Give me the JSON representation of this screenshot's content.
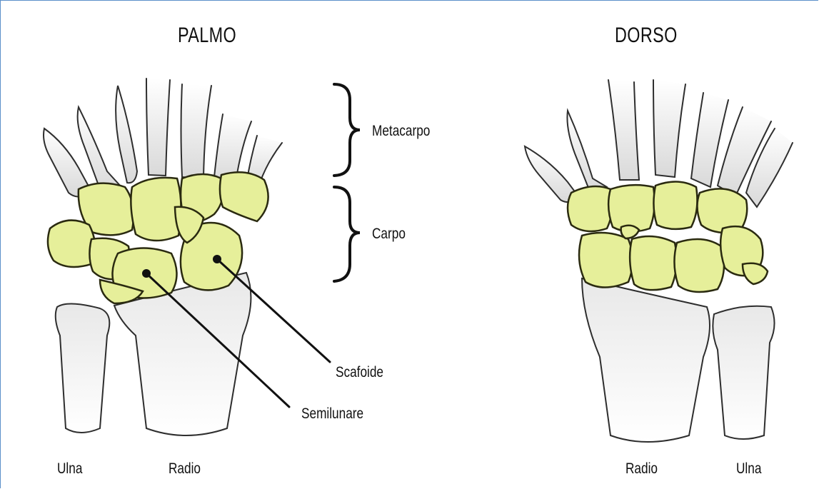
{
  "titles": {
    "left": "PALMO",
    "right": "DORSO"
  },
  "labels": {
    "metacarpo": "Metacarpo",
    "carpo": "Carpo",
    "scafoide": "Scafoide",
    "semilunare": "Semilunare",
    "left_ulna": "Ulna",
    "left_radio": "Radio",
    "right_radio": "Radio",
    "right_ulna": "Ulna"
  },
  "colors": {
    "frame": "#5b8fc9",
    "carpal_fill": "#e6ef9a",
    "bone_fill": "#f2f2f2",
    "outline": "#2c2c2c"
  }
}
